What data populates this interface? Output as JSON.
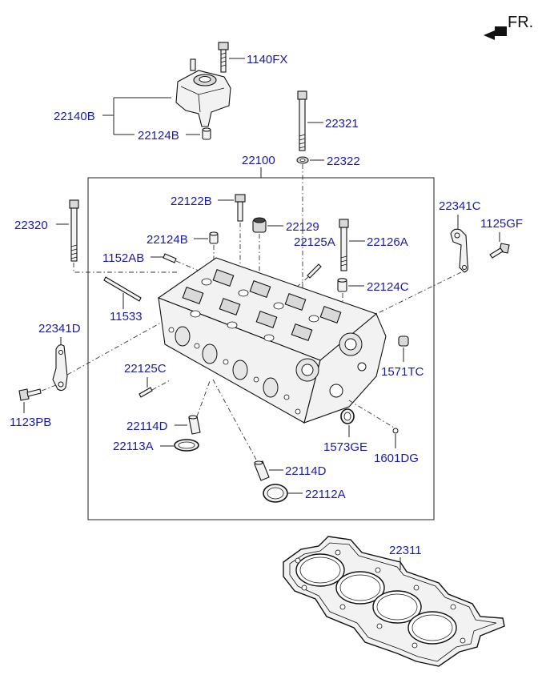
{
  "direction": {
    "label": "FR."
  },
  "parts": {
    "p1140FX": "1140FX",
    "p22140B": "22140B",
    "p22124B_top": "22124B",
    "p22321": "22321",
    "p22322": "22322",
    "p22100": "22100",
    "p22122B": "22122B",
    "p22341C": "22341C",
    "p22320": "22320",
    "p22129": "22129",
    "p1125GF": "1125GF",
    "p22124B_mid": "22124B",
    "p22125A": "22125A",
    "p22126A": "22126A",
    "p1152AB": "1152AB",
    "p22124C": "22124C",
    "p11533": "11533",
    "p22341D": "22341D",
    "p1571TC": "1571TC",
    "p22125C": "22125C",
    "p1123PB": "1123PB",
    "p22114D_left": "22114D",
    "p1573GE": "1573GE",
    "p22113A": "22113A",
    "p1601DG": "1601DG",
    "p22114D_bottom": "22114D",
    "p22112A": "22112A",
    "p22311": "22311"
  },
  "colors": {
    "callout_text": "#1a1aa8",
    "line_art": "#111111",
    "background": "#ffffff"
  }
}
